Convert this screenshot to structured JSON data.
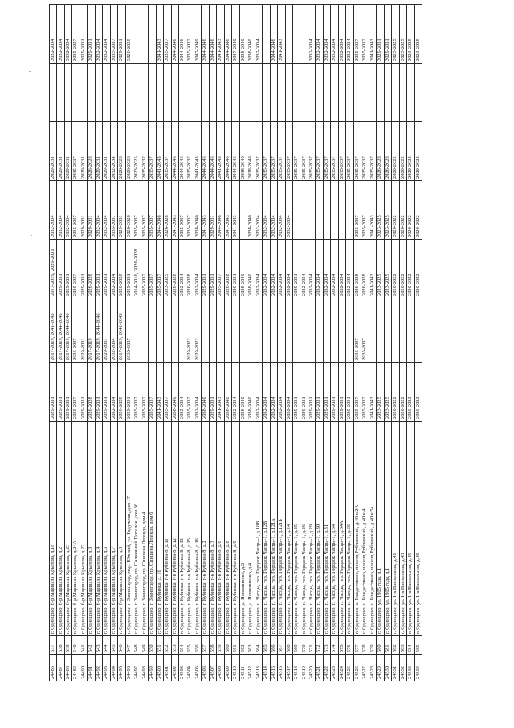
{
  "document": {
    "columns": [
      "id",
      "n",
      "address",
      "y1",
      "y2",
      "y3",
      "y4",
      "y5",
      "y6",
      "y7"
    ],
    "rows": [
      [
        "24486",
        "537",
        "г. Одинцово, б-р Маршала Крылова, д.18",
        "2029-2031",
        "2017-2019, 2041-2043",
        "2017-2019, 2029-2031",
        "2032-2034",
        "2029-2031",
        "",
        "2032-2034"
      ],
      [
        "24487",
        "538",
        "г. Одинцово, б-р Маршала Крылова, д.2",
        "2029-2031",
        "2017-2019, 2044-2046",
        "2029-2031",
        "2032-2034",
        "2029-2031",
        "",
        "2032-2034"
      ],
      [
        "24488",
        "539",
        "г. Одинцово, б-р Маршала Крылова, д.23",
        "2029-2031",
        "2017-2019, 2044-2046",
        "2029-2031",
        "2032-2034",
        "2029-2031",
        "",
        "2032-2034"
      ],
      [
        "24489",
        "540",
        "г. Одинцово, б-р Маршала Крылова, д.24А",
        "2035-2037",
        "2035-2037",
        "2035-2037",
        "2035-2037",
        "2035-2037",
        "",
        "2035-2037"
      ],
      [
        "24490",
        "541",
        "г. Одинцово, б-р Маршала Крылова, д.27",
        "2029-2031",
        "2029-2031",
        "2029-2031",
        "2029-2031",
        "2029-2031",
        "",
        "2029-2031"
      ],
      [
        "24491",
        "542",
        "г. Одинцово, б-р Маршала Крылова, д.3",
        "2026-2028",
        "2017-2019",
        "2026-2028",
        "2029-2031",
        "2026-2028",
        "",
        "2029-2031"
      ],
      [
        "24492",
        "543",
        "г. Одинцово, б-р Маршала Крылова, д.4",
        "2029-2031",
        "2017-2019, 2044-2046",
        "2029-2031",
        "2032-2034",
        "2029-2031",
        "",
        "2032-2034"
      ],
      [
        "24493",
        "544",
        "г. Одинцово, б-р Маршала Крылова, д.5",
        "2029-2031",
        "2029-2031",
        "2029-2031",
        "2032-2034",
        "2029-2031",
        "",
        "2032-2034"
      ],
      [
        "24494",
        "545",
        "г. Одинцово, б-р Маршала Крылова, д.7",
        "2032-2034",
        "2032-2034",
        "2032-2034",
        "2035-2037",
        "2032-2034",
        "",
        "2035-2037"
      ],
      [
        "24495",
        "546",
        "г. Одинцово, б-р Маршала Крылова, д.8",
        "2026-2028",
        "2017-2019, 2041-2043",
        "2026-2028",
        "2029-2031",
        "2026-2028",
        "",
        "2029-2031"
      ],
      [
        "24496",
        "547",
        "г. Одинцово, г. Звенигород, мкр. Южный, ул. Радужная, дом 17",
        "2029-2031",
        "2035-2037",
        "2029-2031",
        "2026-2028",
        "2026-2028",
        "",
        "2026-2028"
      ],
      [
        "24497",
        "548",
        "г. Одинцово, г. Звенигород, пр. Солнечный Поселок, дом 36",
        "2035-2037",
        "",
        "2014-2016, 2026-2028",
        "2035-2037",
        "2023-2025",
        "",
        ""
      ],
      [
        "24498",
        "549",
        "г. Одинцово, г. Звенигород, пр. Спишева Легенда, дом 4",
        "2035-2037",
        "",
        "2035-2037",
        "2035-2037",
        "2035-2037",
        "",
        ""
      ],
      [
        "24499",
        "550",
        "г. Одинцово, г. Звенигород, пр. Спишева Легенда, дом 6",
        "2035-2037",
        "",
        "2035-2037",
        "2035-2037",
        "2035-2037",
        "",
        ""
      ],
      [
        "24500",
        "551",
        "г. Одинцово, г. Кубинка, д. 10",
        "2041-2043",
        "",
        "2035-2037",
        "2044-2046",
        "2041-2043",
        "",
        "2041-2043"
      ],
      [
        "24501",
        "552",
        "г. Одинцово, г. Кубинка, г-к Кубинка-8, д.11",
        "2035-2037",
        "",
        "2023-2025",
        "2026-2028",
        "2035-2037",
        "",
        "2035-2037"
      ],
      [
        "24502",
        "553",
        "г. Одинцово, г. Кубинка, г-к Кубинка-8, д.12",
        "2038-2040",
        "",
        "2026-2028",
        "2041-2043",
        "2044-2046",
        "",
        "2044-2046"
      ],
      [
        "24503",
        "554",
        "г. Одинцово, г. Кубинка, г-к Кубинка-8, д.13",
        "2032-2034",
        "",
        "2032-2034",
        "2035-2037",
        "2044-2046",
        "",
        "2044-2046"
      ],
      [
        "24504",
        "555",
        "г. Одинцово, г. Кубинка, г-к Кубинка-8, д.15",
        "2035-2037",
        "2029-2022",
        "2026-2028",
        "2035-2037",
        "2035-2037",
        "",
        "2035-2037"
      ],
      [
        "24505",
        "556",
        "г. Одинцово, г. Кубинка, г-к Кубинка-8, д.16",
        "2032-2034",
        "2029-2022",
        "2032-2034",
        "2038-2040",
        "2041-2043",
        "",
        "2047-2049"
      ],
      [
        "24506",
        "557",
        "г. Одинцово, г. Кубинка, г-к Кубинка-8, д.2",
        "2038-2040",
        "",
        "2029-2031",
        "2041-2043",
        "2044-2046",
        "",
        "2044-2046"
      ],
      [
        "24507",
        "558",
        "г. Одинцово, г. Кубинка, г-к Кубинка-8, д.3",
        "2029-2031",
        "",
        "2029-2031",
        "2029-2031",
        "2044-2046",
        "",
        "2044-2046"
      ],
      [
        "24508",
        "559",
        "г. Одинцово, г. Кубинка, г-к Кубинка-8, д.6",
        "2041-2043",
        "",
        "2035-2037",
        "2044-2046",
        "2041-2043",
        "",
        "2041-2043"
      ],
      [
        "24509",
        "560",
        "г. Одинцово, г. Кубинка, г-к Кубинка-8, д.8",
        "2038-2040",
        "",
        "2026-2028",
        "2041-2043",
        "2044-2046",
        "",
        "2044-2046"
      ],
      [
        "24510",
        "561",
        "г. Одинцово, г. Кубинка, г-к Кубинка-8, д.9",
        "2032-2034",
        "",
        "2029-2031",
        "2041-2043",
        "2044-2046",
        "",
        "2047-2049"
      ],
      [
        "24511",
        "562",
        "г. Одинцово, д. Новошихово, д.2",
        "2038-2040",
        "",
        "2038-2040",
        "",
        "2038-2040",
        "",
        "2038-2040"
      ],
      [
        "24512",
        "563",
        "г. Одинцово, д. Новошихово, д.4",
        "2038-2040",
        "",
        "2038-2040",
        "2038-2040",
        "2038-2040",
        "",
        "2038-2040"
      ],
      [
        "24513",
        "564",
        "г. Одинцово, п. Часцы, тер. Городок Часцы-1, д.10В",
        "2032-2034",
        "",
        "2032-2034",
        "2032-2034",
        "2035-2037",
        "",
        "2032-2034"
      ],
      [
        "24514",
        "565",
        "г. Одинцово, п. Часцы, тер. Городок Часцы-1, д.12В",
        "2032-2034",
        "",
        "2032-2034",
        "2032-2034",
        "2035-2037",
        "",
        ""
      ],
      [
        "24515",
        "566",
        "г. Одинцово, п. Часцы, тер. Городок Часцы-1, д.121А",
        "2032-2034",
        "",
        "2032-2034",
        "2032-2034",
        "2035-2037",
        "",
        "2044-2046"
      ],
      [
        "24516",
        "567",
        "г. Одинцово, п. Часцы, тер. Городок Часцы-1, д.121Б",
        "2032-2034",
        "",
        "2032-2034",
        "2032-2034",
        "2035-2037",
        "",
        "2041-2043"
      ],
      [
        "24517",
        "568",
        "г. Одинцово, п. Часцы, тер. Городок Часцы-1, д.24",
        "2032-2034",
        "",
        "2032-2034",
        "2032-2034",
        "2035-2037",
        "",
        ""
      ],
      [
        "24518",
        "569",
        "г. Одинцово, п. Часцы, тер. Городок Часцы-1, д.25",
        "2029-2031",
        "",
        "2029-2031",
        "",
        "2035-2037",
        "",
        ""
      ],
      [
        "24519",
        "570",
        "г. Одинцово, п. Часцы, тер. Городок Часцы-1, д.26",
        "2029-2031",
        "",
        "2032-2034",
        "",
        "2035-2037",
        "",
        ""
      ],
      [
        "24520",
        "571",
        "г. Одинцово, п. Часцы, тер. Городок Часцы-1, д.29",
        "2029-2031",
        "",
        "2032-2034",
        "",
        "2035-2037",
        "",
        "2032-2034"
      ],
      [
        "24521",
        "572",
        "г. Одинцово, п. Часцы, тер. Городок Часцы-1, д.30",
        "2029-2031",
        "",
        "2032-2034",
        "",
        "2035-2037",
        "",
        "2032-2034"
      ],
      [
        "24522",
        "573",
        "г. Одинцово, п. Часцы, тер. Городок Часцы-1, д.31",
        "2029-2031",
        "",
        "2032-2034",
        "",
        "2035-2037",
        "",
        "2032-2034"
      ],
      [
        "24523",
        "574",
        "г. Одинцово, п. Часцы, тер. Городок Часцы-1, д.64",
        "2029-2031",
        "",
        "2032-2034",
        "",
        "2035-2037",
        "",
        "2032-2034"
      ],
      [
        "24524",
        "575",
        "г. Одинцово, п. Часцы, тер. Городок Часцы-1, д.64А",
        "2029-2031",
        "",
        "2032-2034",
        "",
        "2035-2037",
        "",
        "2032-2034"
      ],
      [
        "24525",
        "576",
        "г. Одинцово, п. Часцы, тер. Городок Часцы-1, д.66",
        "2029-2031",
        "",
        "2032-2034",
        "",
        "2035-2037",
        "",
        "2032-2034"
      ],
      [
        "24526",
        "577",
        "г. Одинцово, с. Рождествено, проезд Рублевский, д.40 к.2А",
        "2035-2037",
        "2035-2037",
        "2026-2028",
        "2035-2037",
        "2035-2037",
        "",
        "2035-2037"
      ],
      [
        "24527",
        "578",
        "г. Одинцово, с. Рождествено, проезд Рублевский, д.40 к.4",
        "2035-2037",
        "2035-2037",
        "2026-2028",
        "2035-2037",
        "2035-2037",
        "",
        "2035-2037"
      ],
      [
        "24528",
        "579",
        "г. Одинцово, с. Рождествено, проезд Рублевский, д.40 к.5а",
        "2041-2043",
        "",
        "2041-2043",
        "2041-2043",
        "2035-2037",
        "",
        "2041-2043"
      ],
      [
        "24529",
        "580",
        "г. Одинцово, ул. 1905 года, д.1",
        "2023-2025",
        "",
        "2023-2025",
        "2023-2025",
        "2026-2028",
        "",
        "2029-2031"
      ],
      [
        "24530",
        "581",
        "г. Одинцово, ул. 1905 года, д.1",
        "2023-2025",
        "",
        "2023-2025",
        "2023-2025",
        "2026-2028",
        "",
        "2029-2031"
      ],
      [
        "24531",
        "582",
        "г. Одинцово, ул. 1-я Вокзальная, д.41",
        "2020-2022",
        "",
        "2020-2022",
        "2020-2022",
        "2020-2022",
        "",
        "2023-2025"
      ],
      [
        "24532",
        "583",
        "г. Одинцово, ул. 1-я Вокзальная, д.43",
        "2020-2022",
        "",
        "2020-2022",
        "2020-2022",
        "2020-2022",
        "",
        "2023-2025"
      ],
      [
        "24533",
        "584",
        "г. Одинцово, ул. 1-я Вокзальная, д.45",
        "2020-2022",
        "",
        "2020-2022",
        "2020-2022",
        "2020-2022",
        "",
        "2023-2025"
      ],
      [
        "24534",
        "585",
        "г. Одинцово, ул. 1-я Вокзальная, д.46",
        "2020-2022",
        "",
        "2020-2022",
        "2020-2022",
        "2020-2022",
        "",
        "2023-2025"
      ]
    ]
  }
}
